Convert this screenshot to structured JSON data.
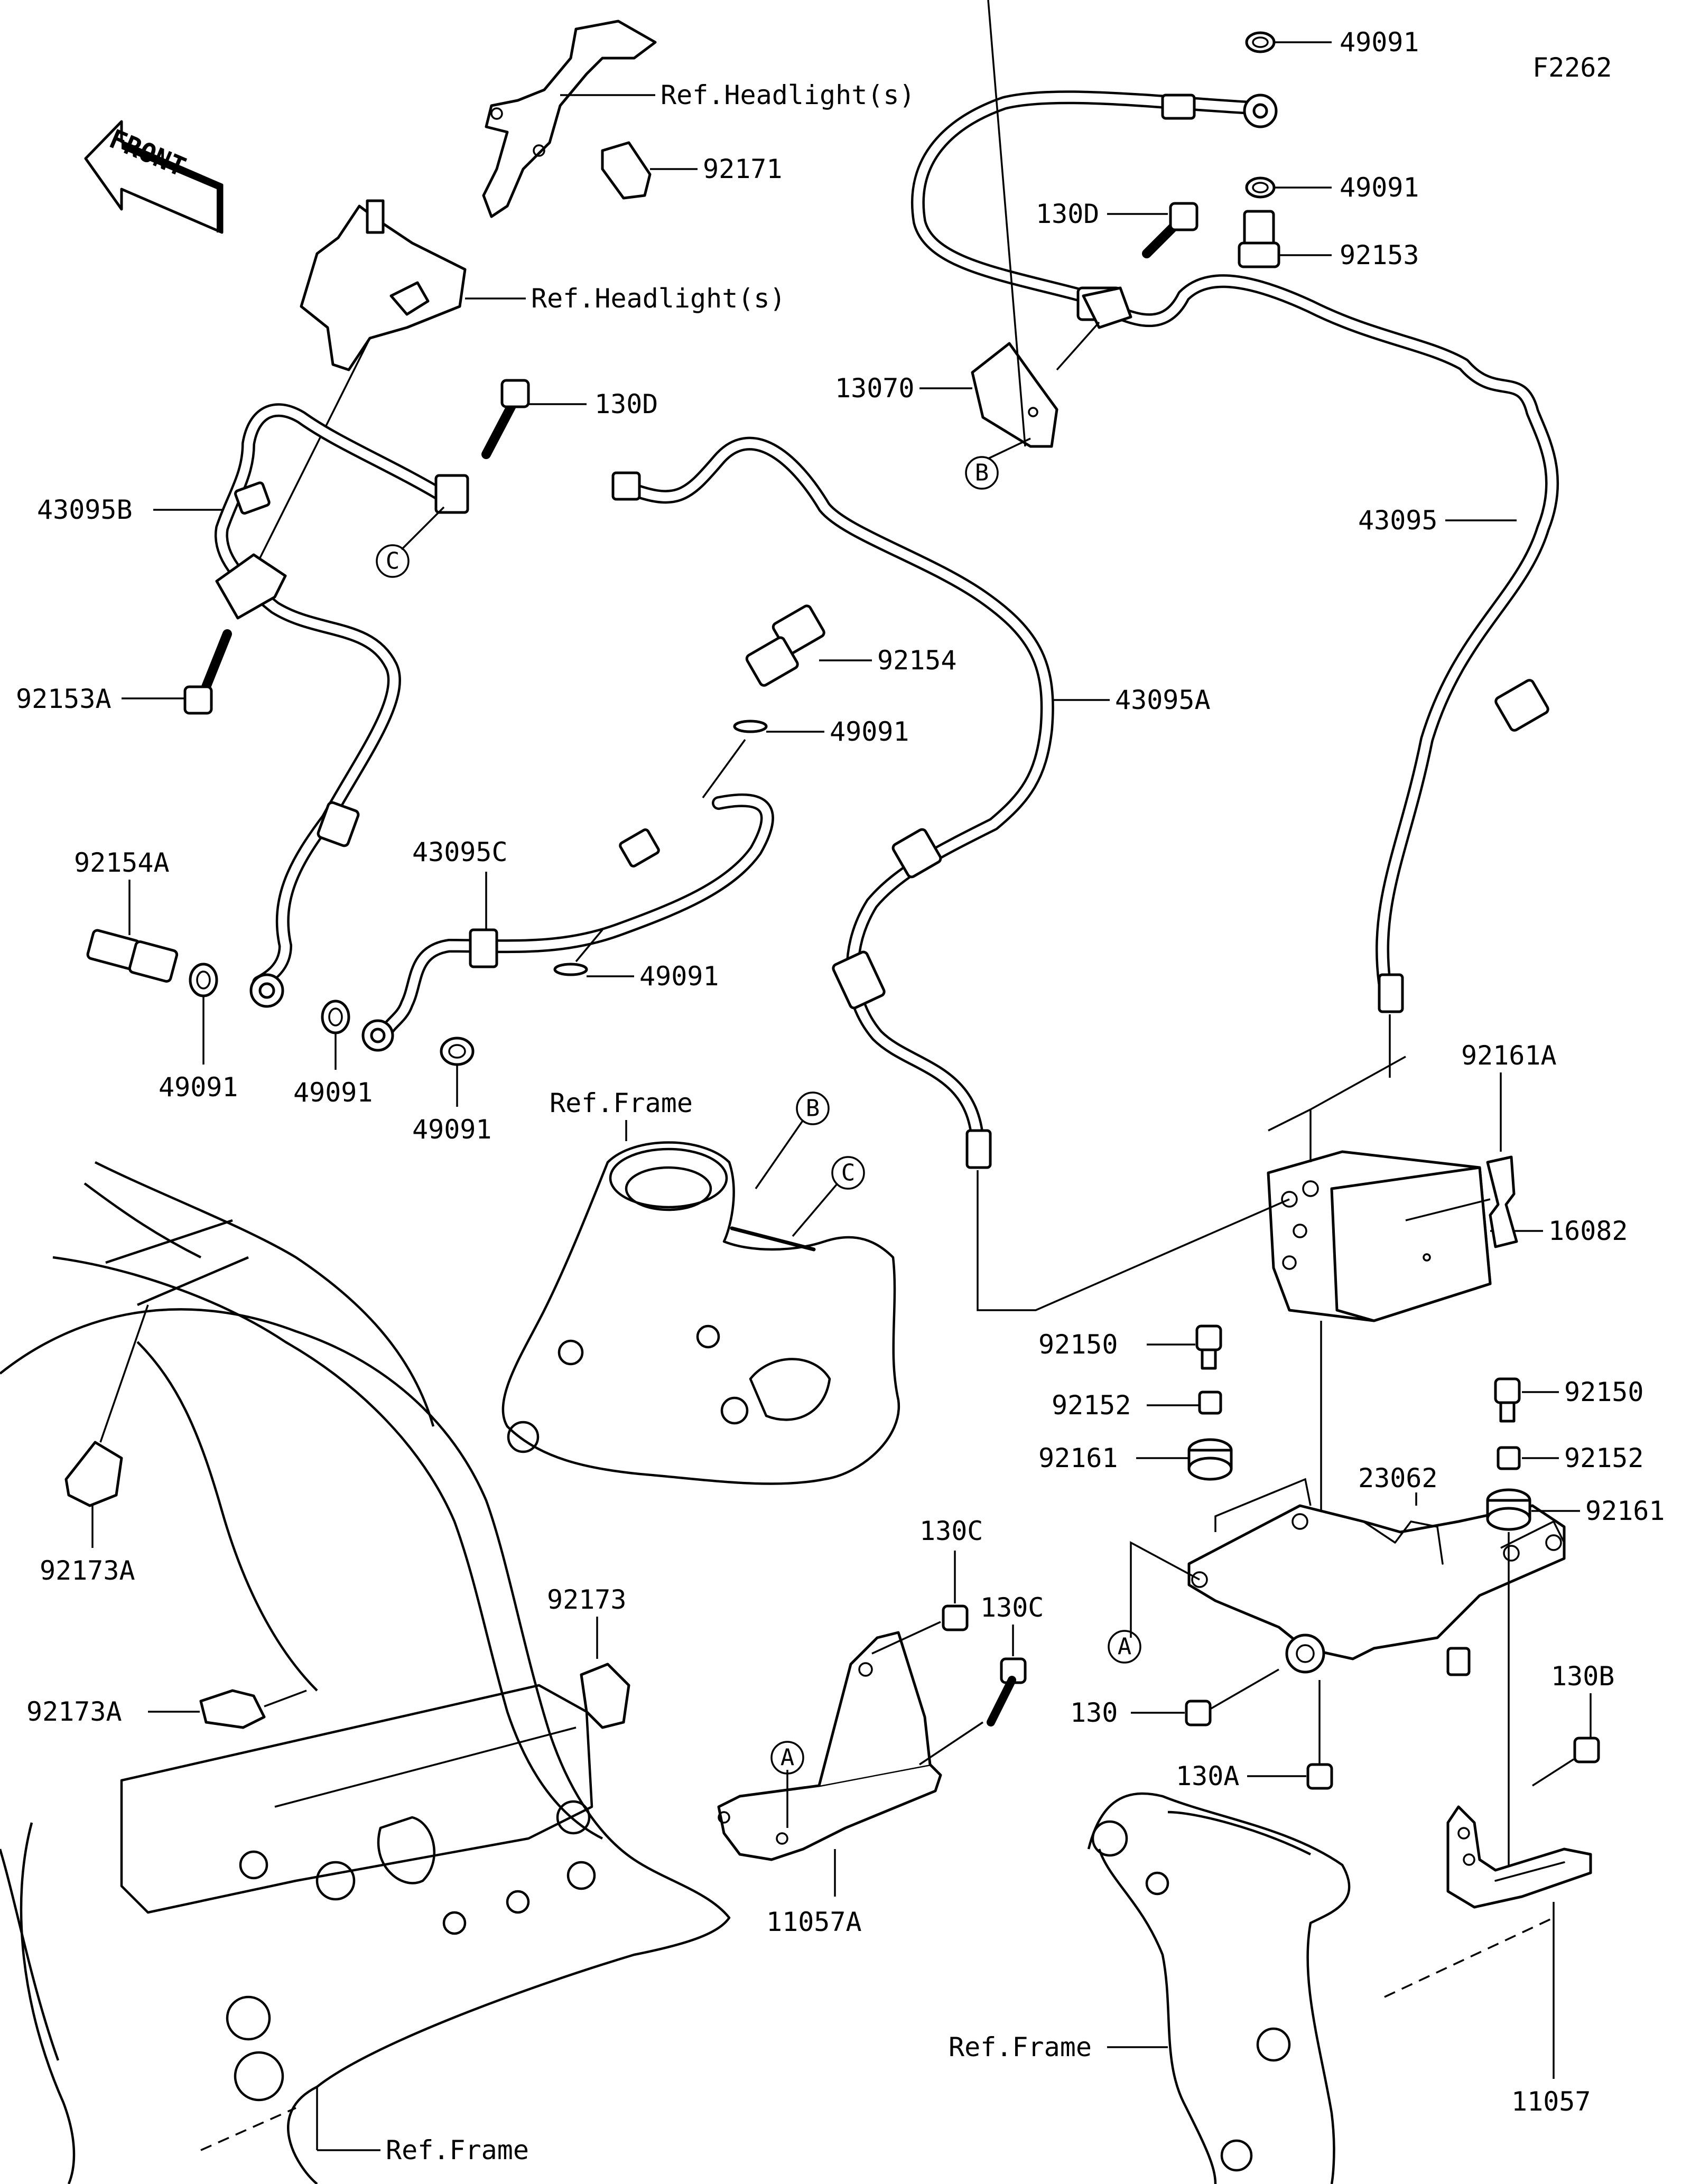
{
  "diagram_code": "F2262",
  "direction_label": "FRONT",
  "references": {
    "headlight_top": "Ref.Headlight(s)",
    "headlight_left": "Ref.Headlight(s)",
    "frame_center": "Ref.Frame",
    "frame_bottom_left": "Ref.Frame",
    "frame_bottom_right": "Ref.Frame"
  },
  "parts": {
    "p49091_top": "49091",
    "p49091_mid": "49091",
    "p92153": "92153",
    "p130D_top": "130D",
    "p13070": "13070",
    "p43095": "43095",
    "p92171": "92171",
    "p130D_left": "130D",
    "p43095B": "43095B",
    "p92153A": "92153A",
    "p92154": "92154",
    "p49091_a": "49091",
    "p43095A": "43095A",
    "p43095C": "43095C",
    "p92154A": "92154A",
    "p49091_b": "49091",
    "p49091_c": "49091",
    "p49091_d": "49091",
    "p49091_e": "49091",
    "p92161A": "92161A",
    "p16082": "16082",
    "p92150_left": "92150",
    "p92152_left": "92152",
    "p92161_left": "92161",
    "p23062": "23062",
    "p92150_right": "92150",
    "p92152_right": "92152",
    "p92161_right": "92161",
    "p130": "130",
    "p130A": "130A",
    "p130B": "130B",
    "p11057": "11057",
    "p130C_top": "130C",
    "p130C_mid": "130C",
    "p11057A": "11057A",
    "p92173": "92173",
    "p92173A_top": "92173A",
    "p92173A_mid": "92173A"
  },
  "callouts": {
    "b_top": "B",
    "c_left": "C",
    "b_center": "B",
    "c_center": "C",
    "a_right": "A",
    "a_bracket": "A"
  }
}
